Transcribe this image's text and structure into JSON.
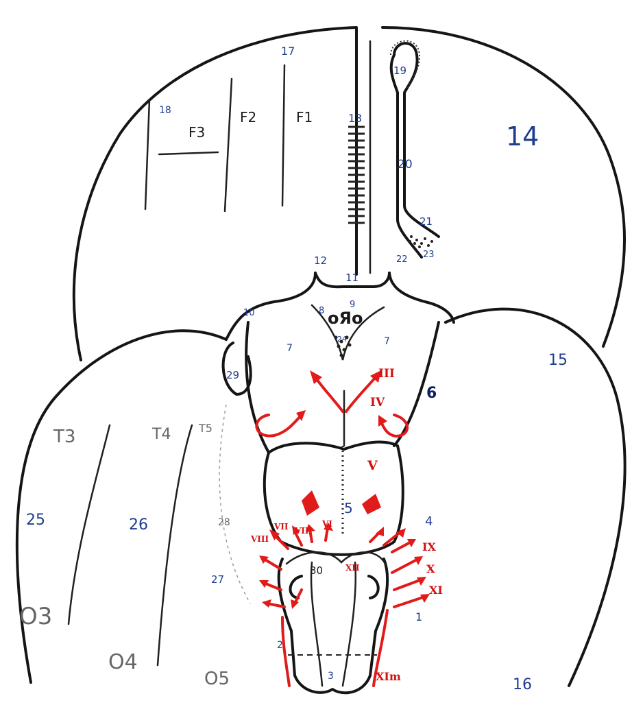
{
  "labels": {
    "l1": "1",
    "l2": "2",
    "l3": "3",
    "l4": "4",
    "l5": "5",
    "l6": "6",
    "l7a": "7",
    "l7b": "7",
    "l8": "8",
    "l9": "9",
    "l10": "10",
    "l11": "11",
    "l12": "12",
    "l13": "13",
    "l14": "14",
    "l15": "15",
    "l16": "16",
    "l17": "17",
    "l18": "18",
    "l19": "19",
    "l20": "20",
    "l21": "21",
    "l22": "22",
    "l23": "23",
    "l24": "24",
    "l25": "25",
    "l26": "26",
    "l27": "27",
    "l28": "28",
    "l29": "29",
    "l30": "30",
    "f1": "F1",
    "f2": "F2",
    "f3": "F3",
    "t3": "T3",
    "t4": "T4",
    "t5": "T5",
    "o3": "O3",
    "o4": "O4",
    "o5": "O5",
    "oro": "oЯo"
  },
  "nerves": {
    "n3": "III",
    "n4": "IV",
    "n5": "V",
    "n6": "VI",
    "n7": "VII",
    "n8": "VIII",
    "n9": "IX",
    "n10": "X",
    "n11": "XI",
    "n12": "XII",
    "n11m": "XIm",
    "n7b": "VII'"
  },
  "colors": {
    "outline": "#151515",
    "nerve_red": "#e11a1a",
    "label_blue": "#1f3d8f",
    "label_gray": "#666666"
  }
}
